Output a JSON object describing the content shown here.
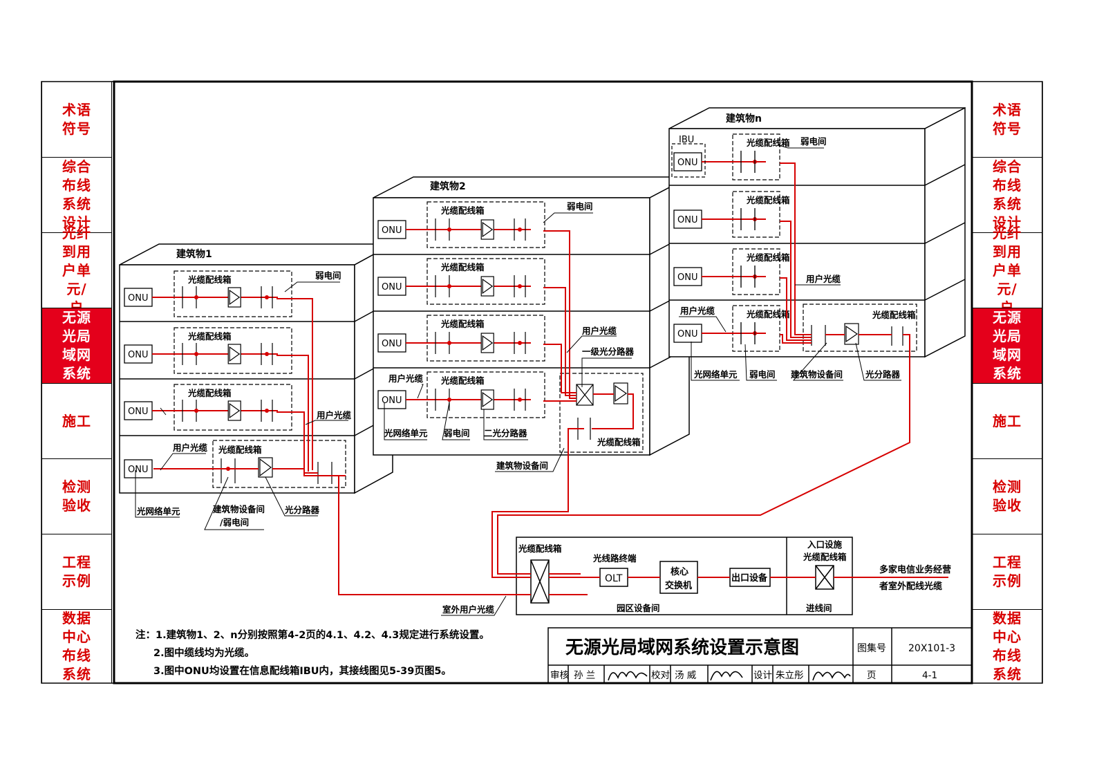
{
  "sidebar": {
    "items": [
      {
        "label": "术语符号"
      },
      {
        "label": "综合布线系统设计"
      },
      {
        "label": "光纤到用户单元/户"
      },
      {
        "label": "无源光局域网系统",
        "active": true
      },
      {
        "label": "施工"
      },
      {
        "label": "检测验收"
      },
      {
        "label": "工程示例"
      },
      {
        "label": "数据中心布线系统"
      }
    ]
  },
  "diagram": {
    "building1": {
      "title": "建筑物1",
      "onu": "ONU",
      "box": "光缆配线箱",
      "weak_room": "弱电间",
      "user_cable": "用户光缆",
      "user_cable2": "用户光缆",
      "onu_unit": "光网络单元",
      "equip_room": "建筑物设备间",
      "equip_room2": "/弱电间",
      "splitter": "光分路器"
    },
    "building2": {
      "title": "建筑物2",
      "onu": "ONU",
      "box": "光缆配线箱",
      "weak_room": "弱电间",
      "user_cable": "用户光缆",
      "user_cable2": "用户光缆",
      "splitter1": "一级光分路器",
      "onu_unit": "光网络单元",
      "weak_room2": "弱电间",
      "splitter2": "二光分路器",
      "equip_room": "建筑物设备间"
    },
    "buildingn": {
      "title": "建筑物n",
      "ibu": "IBU",
      "onu": "ONU",
      "box": "光缆配线箱",
      "weak_room": "弱电间",
      "user_cable": "用户光缆",
      "user_cable2": "用户光缆",
      "onu_unit": "光网络单元",
      "weak_room2": "弱电间",
      "equip_room": "建筑物设备间",
      "splitter": "光分路器"
    },
    "campus": {
      "box": "光缆配线箱",
      "olt_label": "光线路终端",
      "olt": "OLT",
      "core1": "核心",
      "core2": "交换机",
      "exit": "出口设备",
      "entry1": "入口设施",
      "entry2": "光缆配线箱",
      "campus_room": "园区设备间",
      "entry_room": "进线间",
      "outdoor_cable": "室外用户光缆",
      "carrier1": "多家电信业务经营",
      "carrier2": "者室外配线光缆"
    }
  },
  "notes": {
    "n1": "注：1.建筑物1、2、n分别按照第4-2页的4.1、4.2、4.3规定进行系统设置。",
    "n2": "2.图中缆线均为光缆。",
    "n3": "3.图中ONU均设置在信息配线箱IBU内，其接线图见5-39页图5。"
  },
  "title_block": {
    "title": "无源光局域网系统设置示意图",
    "atlas_label": "图集号",
    "atlas_no": "20X101-3",
    "review_label": "审核",
    "reviewer": "孙 兰",
    "check_label": "校对",
    "checker": "汤 威",
    "design_label": "设计",
    "designer": "朱立彤",
    "page_label": "页",
    "page_no": "4-1"
  }
}
